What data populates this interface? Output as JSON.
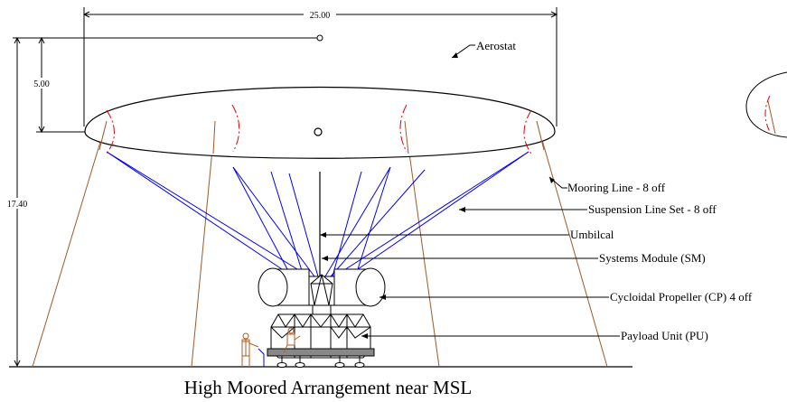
{
  "caption": "High Moored Arrangement near MSL",
  "dimensions": {
    "width": "25.00",
    "height": "5.00",
    "total_height": "17.40"
  },
  "labels": {
    "aerostat": "Aerostat",
    "mooring_line": "Mooring Line - 8 off",
    "suspension_line": "Suspension Line Set - 8 off",
    "umbilical": "Umbilcal",
    "systems_module": "Systems Module (SM)",
    "cycloidal_propeller": "Cycloidal Propeller (CP) 4 off",
    "payload_unit": "Payload Unit (PU)"
  },
  "colors": {
    "outline": "#000000",
    "suspension_lines": "#0000ee",
    "mooring_lines": "#9b5a2a",
    "attachment_arcs": "#e00000",
    "figures": "#b05a20"
  }
}
